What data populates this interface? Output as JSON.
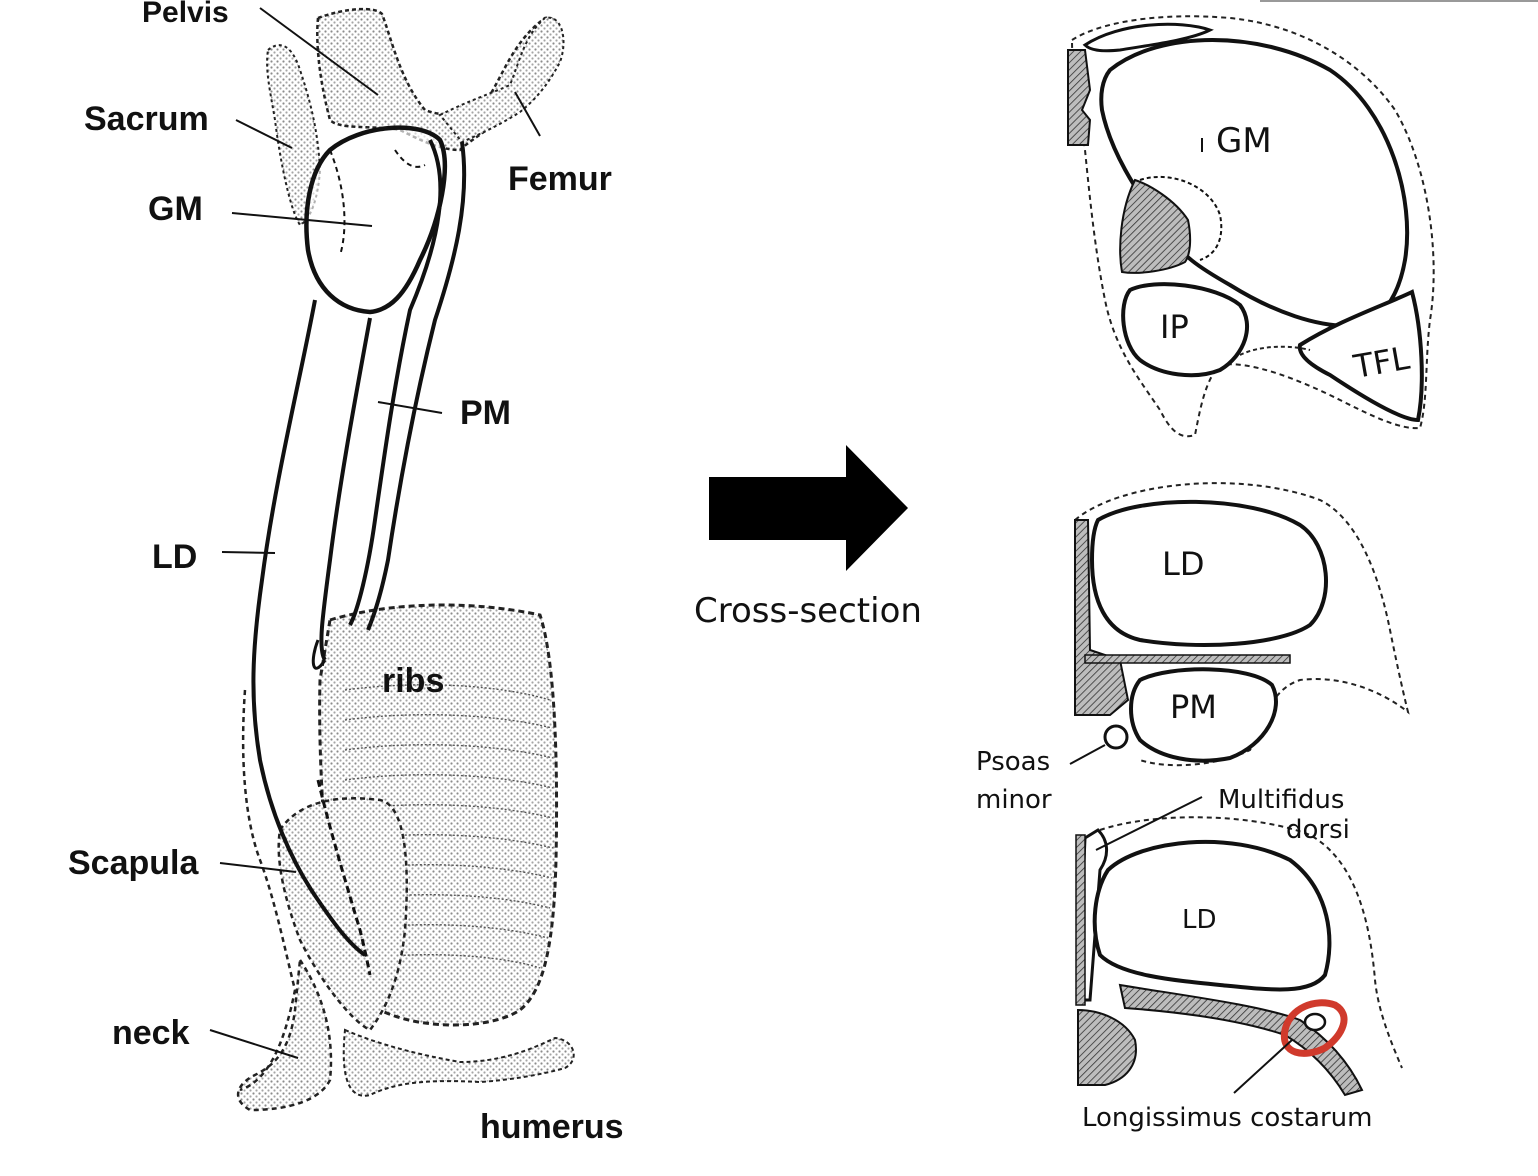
{
  "left_labels": {
    "pelvis": "Pelvis",
    "sacrum": "Sacrum",
    "gm": "GM",
    "femur": "Femur",
    "pm": "PM",
    "ld": "LD",
    "ribs": "ribs",
    "scapula": "Scapula",
    "neck": "neck",
    "humerus": "humerus"
  },
  "arrow_caption": "Cross-section",
  "section_top": {
    "gm": "GM",
    "ip": "IP",
    "tfl": "TFL"
  },
  "section_middle": {
    "ld": "LD",
    "pm": "PM",
    "psoas_line1": "Psoas",
    "psoas_line2": "minor"
  },
  "section_bottom": {
    "multifidus_line1": "Multifidus",
    "multifidus_line2": "dorsi",
    "ld": "LD",
    "longissimus": "Longissimus costarum"
  },
  "colors": {
    "ink": "#111111",
    "stipple": "#9a9a9a",
    "highlight": "#d03a2c",
    "background": "#ffffff"
  }
}
